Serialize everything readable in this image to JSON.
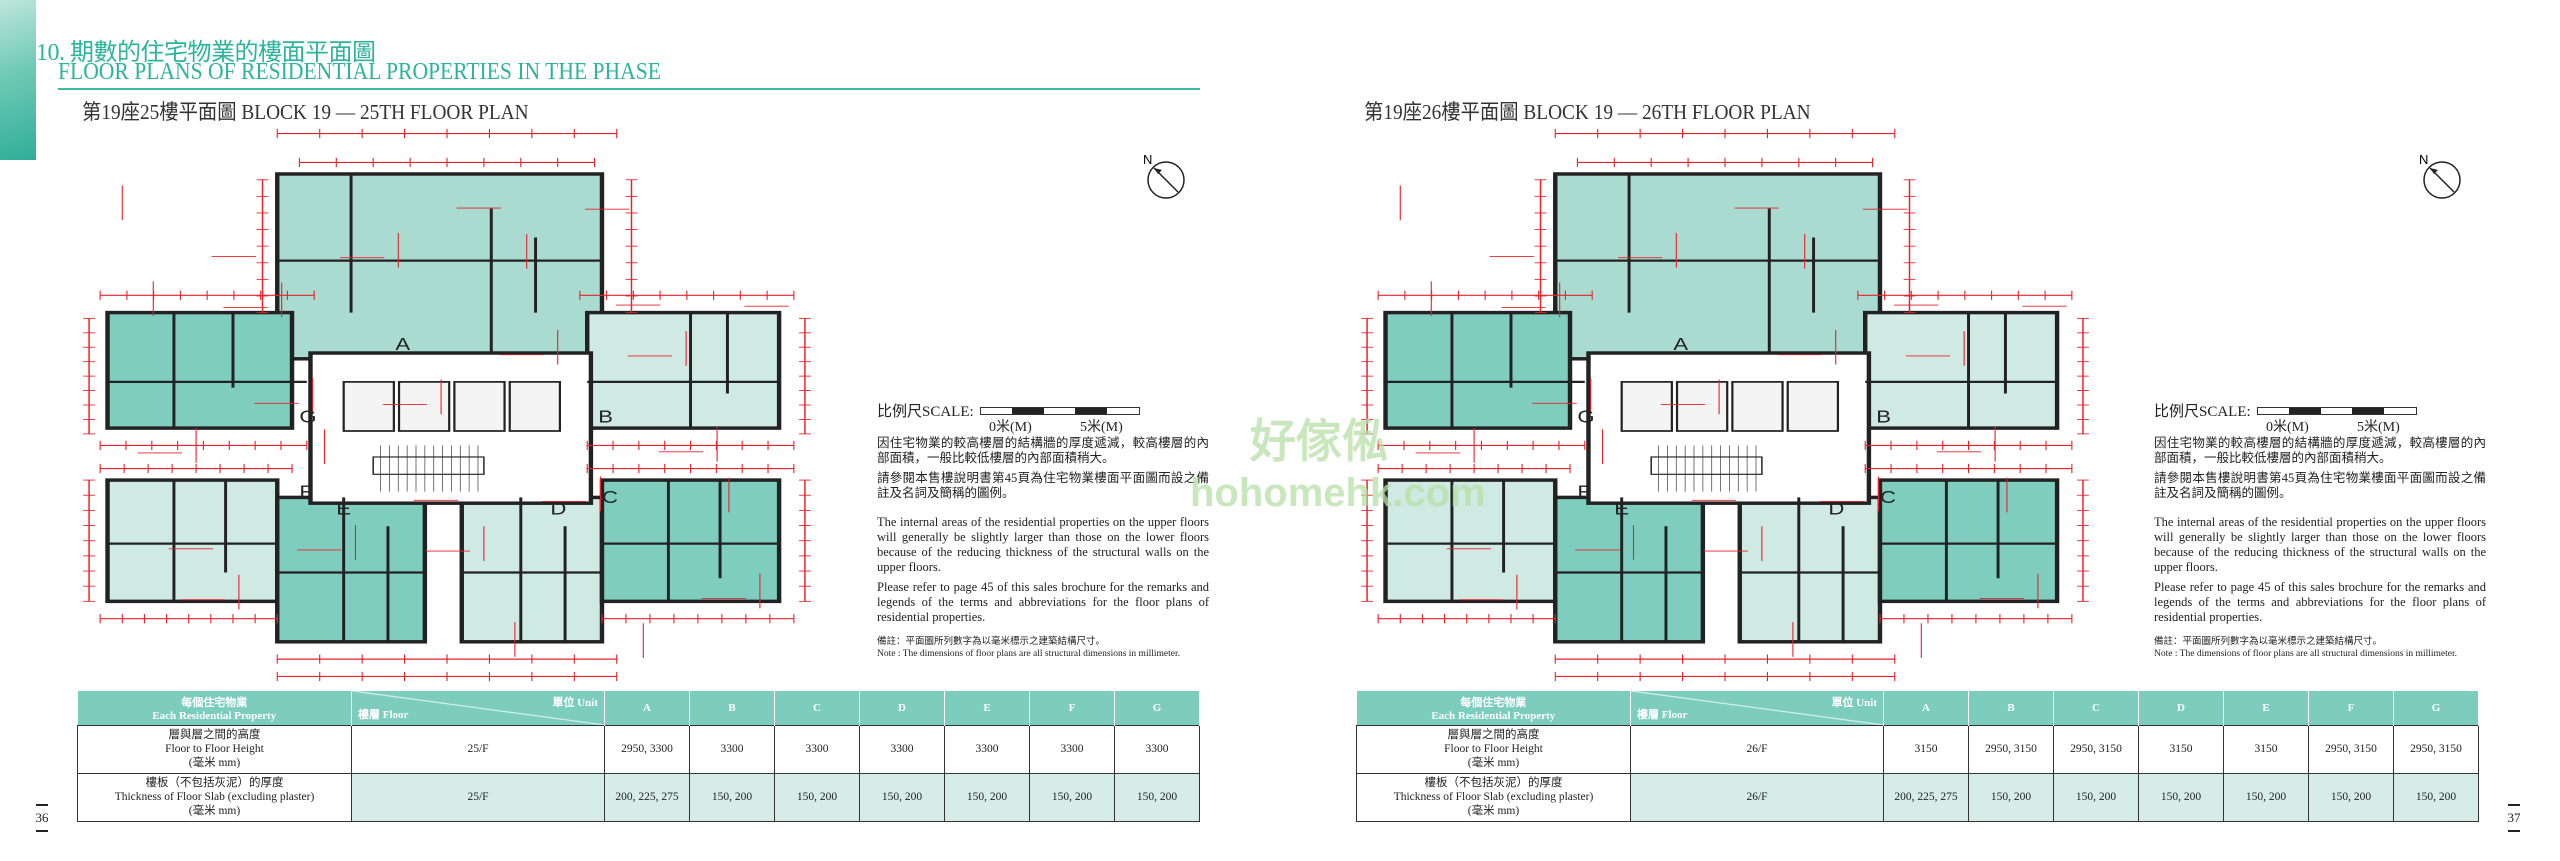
{
  "header": {
    "title_zh": "10. 期數的住宅物業的樓面平面圖",
    "title_en": "FLOOR PLANS OF RESIDENTIAL PROPERTIES IN THE PHASE"
  },
  "colors": {
    "accent": "#2cb49c",
    "table_header": "#7dcdbf",
    "table_highlight": "#d6ede7",
    "dimension": "#e8222b"
  },
  "watermark": {
    "zh": "好傢俬",
    "en": "hohomehk.com"
  },
  "pages": [
    {
      "page_number": "36",
      "subtitle": "第19座25樓平面圖  BLOCK 19 — 25TH FLOOR PLAN",
      "compass_label": "N",
      "plan_units": [
        "A",
        "B",
        "C",
        "D",
        "E",
        "F",
        "G"
      ],
      "scale": {
        "label": "比例尺SCALE:",
        "start": "0米(M)",
        "end": "5米(M)"
      },
      "notes_zh": [
        "因住宅物業的較高樓層的結構牆的厚度遞減，較高樓層的內部面積，一般比較低樓層的內部面積稍大。",
        "請參閱本售樓說明書第45頁為住宅物業樓面平面圖而設之備註及名詞及簡稱的圖例。"
      ],
      "notes_en": [
        "The internal areas of the residential properties on the upper floors will generally be slightly larger than those on the lower floors because of the reducing thickness of the structural walls on the upper floors.",
        "Please refer to page 45 of this sales brochure for the remarks and legends of the terms and abbreviations for the floor plans of residential properties."
      ],
      "footnote_zh": "備註：平面圖所列數字為以毫米標示之建築結構尺寸。",
      "footnote_en": "Note : The dimensions of floor plans are all structural dimensions in millimeter.",
      "table": {
        "corner_zh": "每個住宅物業",
        "corner_en": "Each Residential Property",
        "unit_label": "單位 Unit",
        "floor_label": "樓層 Floor",
        "units": [
          "A",
          "B",
          "C",
          "D",
          "E",
          "F",
          "G"
        ],
        "rows": [
          {
            "label_zh": "層與層之間的高度",
            "label_en": "Floor to Floor Height",
            "label_unit": "(毫米 mm)",
            "floor": "25/F",
            "values": [
              "2950, 3300",
              "3300",
              "3300",
              "3300",
              "3300",
              "3300",
              "3300"
            ]
          },
          {
            "label_zh": "樓板（不包括灰泥）的厚度",
            "label_en": "Thickness of Floor Slab (excluding plaster)",
            "label_unit": "(毫米 mm)",
            "floor": "25/F",
            "values": [
              "200, 225, 275",
              "150, 200",
              "150, 200",
              "150, 200",
              "150, 200",
              "150, 200",
              "150, 200"
            ]
          }
        ]
      }
    },
    {
      "page_number": "37",
      "subtitle": "第19座26樓平面圖  BLOCK 19 — 26TH FLOOR PLAN",
      "compass_label": "N",
      "plan_units": [
        "A",
        "B",
        "C",
        "D",
        "E",
        "F",
        "G"
      ],
      "scale": {
        "label": "比例尺SCALE:",
        "start": "0米(M)",
        "end": "5米(M)"
      },
      "notes_zh": [
        "因住宅物業的較高樓層的結構牆的厚度遞減，較高樓層的內部面積，一般比較低樓層的內部面積稍大。",
        "請參閱本售樓說明書第45頁為住宅物業樓面平面圖而設之備註及名詞及簡稱的圖例。"
      ],
      "notes_en": [
        "The internal areas of the residential properties on the upper floors will generally be slightly larger than those on the lower floors because of the reducing thickness of the structural walls on the upper floors.",
        "Please refer to page 45 of this sales brochure for the remarks and legends of the terms and abbreviations for the floor plans of residential properties."
      ],
      "footnote_zh": "備註：平面圖所列數字為以毫米標示之建築結構尺寸。",
      "footnote_en": "Note : The dimensions of floor plans are all structural dimensions in millimeter.",
      "table": {
        "corner_zh": "每個住宅物業",
        "corner_en": "Each Residential Property",
        "unit_label": "單位 Unit",
        "floor_label": "樓層 Floor",
        "units": [
          "A",
          "B",
          "C",
          "D",
          "E",
          "F",
          "G"
        ],
        "rows": [
          {
            "label_zh": "層與層之間的高度",
            "label_en": "Floor to Floor Height",
            "label_unit": "(毫米 mm)",
            "floor": "26/F",
            "values": [
              "3150",
              "2950, 3150",
              "2950, 3150",
              "3150",
              "3150",
              "2950, 3150",
              "2950, 3150"
            ]
          },
          {
            "label_zh": "樓板（不包括灰泥）的厚度",
            "label_en": "Thickness of Floor Slab (excluding plaster)",
            "label_unit": "(毫米 mm)",
            "floor": "26/F",
            "values": [
              "200, 225, 275",
              "150, 200",
              "150, 200",
              "150, 200",
              "150, 200",
              "150, 200",
              "150, 200"
            ]
          }
        ]
      }
    }
  ]
}
